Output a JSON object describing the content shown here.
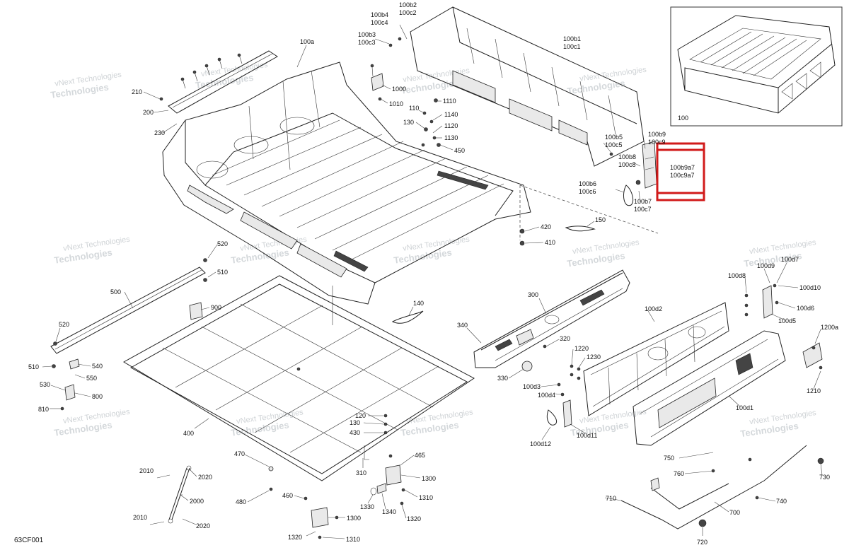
{
  "diagram_code": "63CF001",
  "watermark": {
    "line1": "vNext",
    "line2": "Technologies",
    "full": "vNext Technologies"
  },
  "highlight_color": "#d11a1a",
  "inset_label": "100",
  "highlight_label": {
    "line1": "100b9a7",
    "line2": "100c9a7"
  },
  "labels": [
    {
      "id": "l-100a",
      "text": "100a"
    },
    {
      "id": "l-100b4",
      "text": "100b4"
    },
    {
      "id": "l-100c4",
      "text": "100c4"
    },
    {
      "id": "l-100b2",
      "text": "100b2"
    },
    {
      "id": "l-100c2",
      "text": "100c2"
    },
    {
      "id": "l-100b3",
      "text": "100b3"
    },
    {
      "id": "l-100c3",
      "text": "100c3"
    },
    {
      "id": "l-100b1",
      "text": "100b1"
    },
    {
      "id": "l-100c1",
      "text": "100c1"
    },
    {
      "id": "l-210",
      "text": "210"
    },
    {
      "id": "l-200",
      "text": "200"
    },
    {
      "id": "l-230",
      "text": "230"
    },
    {
      "id": "l-1000",
      "text": "1000"
    },
    {
      "id": "l-1010",
      "text": "1010"
    },
    {
      "id": "l-1110",
      "text": "1110"
    },
    {
      "id": "l-110",
      "text": "110"
    },
    {
      "id": "l-1140",
      "text": "1140"
    },
    {
      "id": "l-130a",
      "text": "130"
    },
    {
      "id": "l-1120",
      "text": "1120"
    },
    {
      "id": "l-1130",
      "text": "1130"
    },
    {
      "id": "l-450",
      "text": "450"
    },
    {
      "id": "l-100b5",
      "text": "100b5"
    },
    {
      "id": "l-100c5",
      "text": "100c5"
    },
    {
      "id": "l-100b9",
      "text": "100b9"
    },
    {
      "id": "l-100c9",
      "text": "100c9"
    },
    {
      "id": "l-100b8",
      "text": "100b8"
    },
    {
      "id": "l-100c8",
      "text": "100c8"
    },
    {
      "id": "l-100b6",
      "text": "100b6"
    },
    {
      "id": "l-100c6",
      "text": "100c6"
    },
    {
      "id": "l-100b7",
      "text": "100b7"
    },
    {
      "id": "l-100c7",
      "text": "100c7"
    },
    {
      "id": "l-420",
      "text": "420"
    },
    {
      "id": "l-410",
      "text": "410"
    },
    {
      "id": "l-150",
      "text": "150"
    },
    {
      "id": "l-520a",
      "text": "520"
    },
    {
      "id": "l-510a",
      "text": "510"
    },
    {
      "id": "l-500",
      "text": "500"
    },
    {
      "id": "l-900",
      "text": "900"
    },
    {
      "id": "l-520b",
      "text": "520"
    },
    {
      "id": "l-510b",
      "text": "510"
    },
    {
      "id": "l-540",
      "text": "540"
    },
    {
      "id": "l-550",
      "text": "550"
    },
    {
      "id": "l-530",
      "text": "530"
    },
    {
      "id": "l-800",
      "text": "800"
    },
    {
      "id": "l-810",
      "text": "810"
    },
    {
      "id": "l-300",
      "text": "300"
    },
    {
      "id": "l-140",
      "text": "140"
    },
    {
      "id": "l-340",
      "text": "340"
    },
    {
      "id": "l-320",
      "text": "320"
    },
    {
      "id": "l-330",
      "text": "330"
    },
    {
      "id": "l-1220",
      "text": "1220"
    },
    {
      "id": "l-1230",
      "text": "1230"
    },
    {
      "id": "l-100d3",
      "text": "100d3"
    },
    {
      "id": "l-100d4",
      "text": "100d4"
    },
    {
      "id": "l-100d2",
      "text": "100d2"
    },
    {
      "id": "l-100d8",
      "text": "100d8"
    },
    {
      "id": "l-100d9",
      "text": "100d9"
    },
    {
      "id": "l-100d7",
      "text": "100d7"
    },
    {
      "id": "l-100d10",
      "text": "100d10"
    },
    {
      "id": "l-100d6",
      "text": "100d6"
    },
    {
      "id": "l-100d5",
      "text": "100d5"
    },
    {
      "id": "l-1200a",
      "text": "1200a"
    },
    {
      "id": "l-1210",
      "text": "1210"
    },
    {
      "id": "l-100d1",
      "text": "100d1"
    },
    {
      "id": "l-100d12",
      "text": "100d12"
    },
    {
      "id": "l-100d11",
      "text": "100d11"
    },
    {
      "id": "l-120",
      "text": "120"
    },
    {
      "id": "l-130b",
      "text": "130"
    },
    {
      "id": "l-430",
      "text": "430"
    },
    {
      "id": "l-400",
      "text": "400"
    },
    {
      "id": "l-470",
      "text": "470"
    },
    {
      "id": "l-310",
      "text": "310"
    },
    {
      "id": "l-465",
      "text": "465"
    },
    {
      "id": "l-1300a",
      "text": "1300"
    },
    {
      "id": "l-480",
      "text": "480"
    },
    {
      "id": "l-460",
      "text": "460"
    },
    {
      "id": "l-1310a",
      "text": "1310"
    },
    {
      "id": "l-1330",
      "text": "1330"
    },
    {
      "id": "l-1340",
      "text": "1340"
    },
    {
      "id": "l-1300b",
      "text": "1300"
    },
    {
      "id": "l-1320a",
      "text": "1320"
    },
    {
      "id": "l-1320b",
      "text": "1320"
    },
    {
      "id": "l-1310b",
      "text": "1310"
    },
    {
      "id": "l-2010a",
      "text": "2010"
    },
    {
      "id": "l-2020a",
      "text": "2020"
    },
    {
      "id": "l-2000",
      "text": "2000"
    },
    {
      "id": "l-2010b",
      "text": "2010"
    },
    {
      "id": "l-2020b",
      "text": "2020"
    },
    {
      "id": "l-750",
      "text": "750"
    },
    {
      "id": "l-760",
      "text": "760"
    },
    {
      "id": "l-730",
      "text": "730"
    },
    {
      "id": "l-710",
      "text": "710"
    },
    {
      "id": "l-700",
      "text": "700"
    },
    {
      "id": "l-740",
      "text": "740"
    },
    {
      "id": "l-720",
      "text": "720"
    }
  ]
}
